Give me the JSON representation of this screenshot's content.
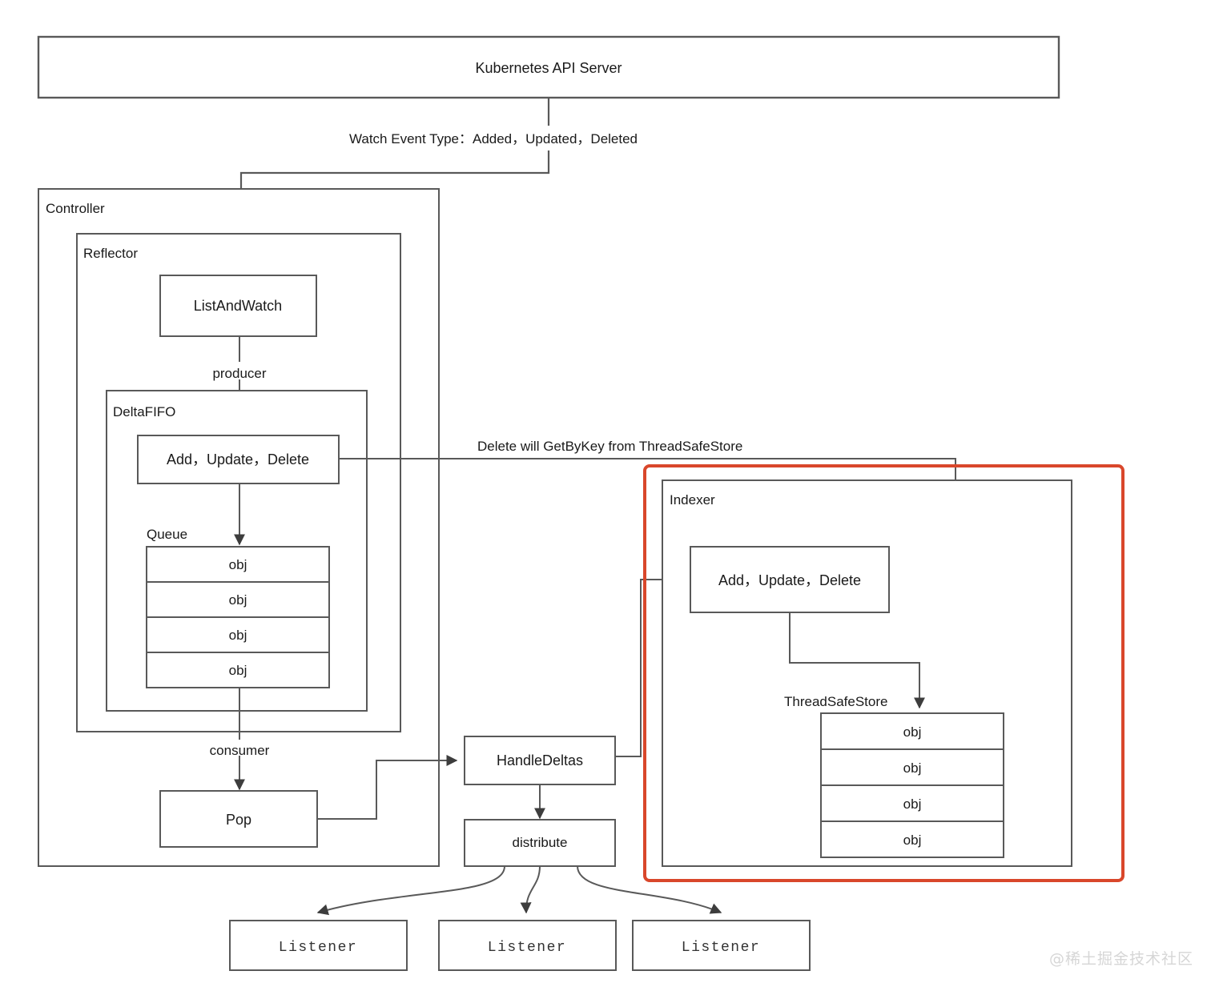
{
  "diagram": {
    "title": "Kubernetes client-go Informer Architecture",
    "colors": {
      "line": "#595959",
      "highlight": "#d9472b",
      "text": "#1a1a1a",
      "background": "#ffffff",
      "watermark": "#d6d6d6"
    },
    "api_server": {
      "label": "Kubernetes API Server"
    },
    "watch_edge": {
      "label": "Watch Event Type：Added，Updated，Deleted"
    },
    "controller": {
      "label": "Controller",
      "reflector": {
        "label": "Reflector",
        "list_and_watch": {
          "label": "ListAndWatch"
        },
        "producer_edge": {
          "label": "producer"
        },
        "delta_fifo": {
          "label": "DeltaFIFO",
          "ops": {
            "label": "Add，Update，Delete"
          },
          "queue": {
            "label": "Queue",
            "items": [
              "obj",
              "obj",
              "obj",
              "obj"
            ]
          }
        }
      },
      "consumer_edge": {
        "label": "consumer"
      },
      "pop": {
        "label": "Pop"
      }
    },
    "handle_deltas": {
      "label": "HandleDeltas"
    },
    "distribute": {
      "label": "distribute"
    },
    "listeners": [
      {
        "label": "Listener"
      },
      {
        "label": "Listener"
      },
      {
        "label": "Listener"
      }
    ],
    "getbykey_edge": {
      "label": "Delete will GetByKey from ThreadSafeStore"
    },
    "indexer": {
      "label": "Indexer",
      "ops": {
        "label": "Add，Update，Delete"
      },
      "thread_safe_store": {
        "label": "ThreadSafeStore",
        "items": [
          "obj",
          "obj",
          "obj",
          "obj"
        ]
      }
    },
    "watermark": {
      "label": "@稀土掘金技术社区"
    }
  }
}
